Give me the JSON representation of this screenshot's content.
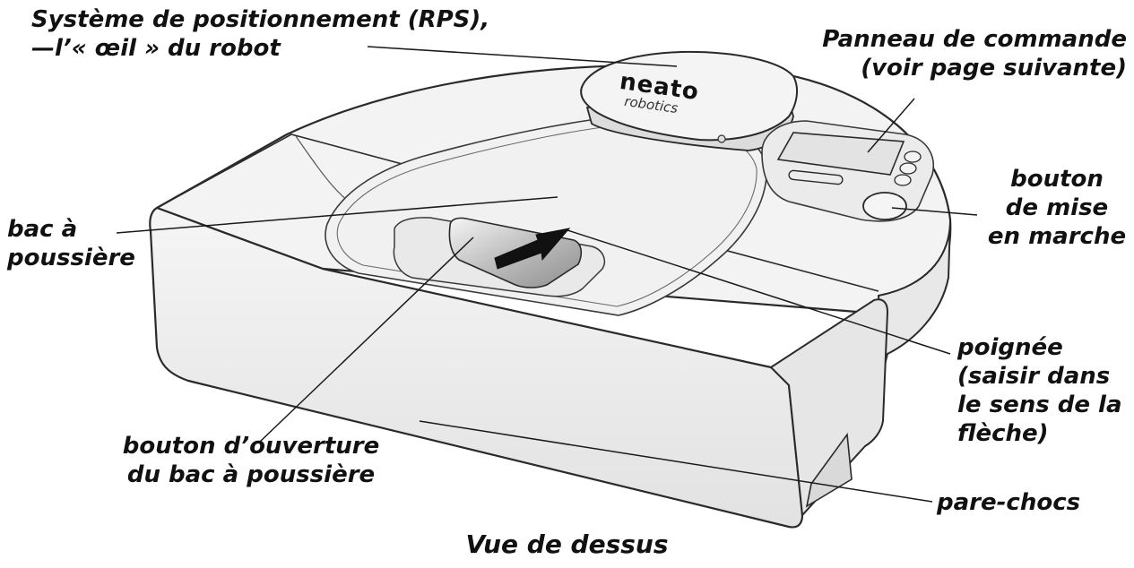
{
  "caption": "Vue de dessus",
  "brand": {
    "name": "neato",
    "sub": "robotics"
  },
  "labels": {
    "rps": {
      "line1": "Système de positionnement (RPS),",
      "line2": "—l’« œil » du robot"
    },
    "control_panel": {
      "line1": "Panneau de commande",
      "line2": "(voir page suivante)"
    },
    "power_button": {
      "line1": "bouton",
      "line2": "de mise",
      "line3": "en marche"
    },
    "dust_bin": {
      "line1": "bac à",
      "line2": "poussière"
    },
    "handle": {
      "line1": "poignée",
      "line2": "(saisir dans",
      "line3": "le sens de la",
      "line4": "flèche)"
    },
    "bin_release": {
      "line1": "bouton d’ouverture",
      "line2": "du bac à poussière"
    },
    "bumper": {
      "line1": "pare-chocs"
    }
  }
}
